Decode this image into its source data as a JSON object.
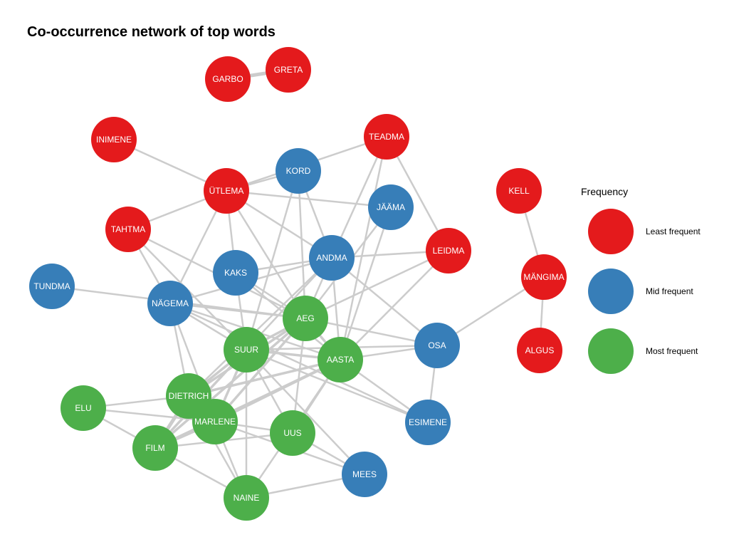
{
  "title": "Co-occurrence network of top words",
  "colors": {
    "least": "#e41a1c",
    "mid": "#377eb8",
    "most": "#4daf4a",
    "edge": "#cccccc"
  },
  "legend": {
    "title": "Frequency",
    "items": [
      {
        "key": "least",
        "label": "Least frequent"
      },
      {
        "key": "mid",
        "label": "Mid frequent"
      },
      {
        "key": "most",
        "label": "Most frequent"
      }
    ]
  },
  "nodes": [
    {
      "id": "GARBO",
      "group": "least"
    },
    {
      "id": "GRETA",
      "group": "least"
    },
    {
      "id": "INIMENE",
      "group": "least"
    },
    {
      "id": "TEADMA",
      "group": "least"
    },
    {
      "id": "ÜTLEMA",
      "group": "least"
    },
    {
      "id": "TAHTMA",
      "group": "least"
    },
    {
      "id": "LEIDMA",
      "group": "least"
    },
    {
      "id": "KELL",
      "group": "least"
    },
    {
      "id": "MÄNGIMA",
      "group": "least"
    },
    {
      "id": "ALGUS",
      "group": "least"
    },
    {
      "id": "KORD",
      "group": "mid"
    },
    {
      "id": "JÄÄMA",
      "group": "mid"
    },
    {
      "id": "ANDMA",
      "group": "mid"
    },
    {
      "id": "KAKS",
      "group": "mid"
    },
    {
      "id": "TUNDMA",
      "group": "mid"
    },
    {
      "id": "NÄGEMA",
      "group": "mid"
    },
    {
      "id": "OSA",
      "group": "mid"
    },
    {
      "id": "ESIMENE",
      "group": "mid"
    },
    {
      "id": "MEES",
      "group": "mid"
    },
    {
      "id": "AEG",
      "group": "most"
    },
    {
      "id": "SUUR",
      "group": "most"
    },
    {
      "id": "AASTA",
      "group": "most"
    },
    {
      "id": "DIETRICH",
      "group": "most"
    },
    {
      "id": "ELU",
      "group": "most"
    },
    {
      "id": "MARLENE",
      "group": "most"
    },
    {
      "id": "UUS",
      "group": "most"
    },
    {
      "id": "FILM",
      "group": "most"
    },
    {
      "id": "NAINE",
      "group": "most"
    }
  ],
  "edges": [
    [
      "GARBO",
      "GRETA",
      3
    ],
    [
      "INIMENE",
      "ÜTLEMA",
      1
    ],
    [
      "TEADMA",
      "ÜTLEMA",
      1
    ],
    [
      "TEADMA",
      "ANDMA",
      1
    ],
    [
      "TEADMA",
      "LEIDMA",
      1
    ],
    [
      "TEADMA",
      "AASTA",
      1
    ],
    [
      "ÜTLEMA",
      "KORD",
      1
    ],
    [
      "ÜTLEMA",
      "JÄÄMA",
      1
    ],
    [
      "ÜTLEMA",
      "TAHTMA",
      1
    ],
    [
      "ÜTLEMA",
      "KAKS",
      1
    ],
    [
      "ÜTLEMA",
      "NÄGEMA",
      1
    ],
    [
      "ÜTLEMA",
      "ANDMA",
      1
    ],
    [
      "ÜTLEMA",
      "AEG",
      1
    ],
    [
      "KORD",
      "ANDMA",
      1
    ],
    [
      "KORD",
      "SUUR",
      1
    ],
    [
      "KORD",
      "AEG",
      1
    ],
    [
      "JÄÄMA",
      "AEG",
      1
    ],
    [
      "JÄÄMA",
      "AASTA",
      1
    ],
    [
      "TAHTMA",
      "NÄGEMA",
      1
    ],
    [
      "TAHTMA",
      "AEG",
      1
    ],
    [
      "TAHTMA",
      "SUUR",
      1
    ],
    [
      "LEIDMA",
      "ANDMA",
      1
    ],
    [
      "LEIDMA",
      "AEG",
      1
    ],
    [
      "LEIDMA",
      "AASTA",
      1
    ],
    [
      "KAKS",
      "ANDMA",
      1
    ],
    [
      "KAKS",
      "AEG",
      1
    ],
    [
      "KAKS",
      "SUUR",
      1
    ],
    [
      "KAKS",
      "AASTA",
      1
    ],
    [
      "ANDMA",
      "NÄGEMA",
      1
    ],
    [
      "ANDMA",
      "AEG",
      1
    ],
    [
      "ANDMA",
      "SUUR",
      1
    ],
    [
      "ANDMA",
      "AASTA",
      1
    ],
    [
      "ANDMA",
      "OSA",
      1
    ],
    [
      "ANDMA",
      "DIETRICH",
      1
    ],
    [
      "TUNDMA",
      "AEG",
      1
    ],
    [
      "NÄGEMA",
      "AEG",
      1
    ],
    [
      "NÄGEMA",
      "SUUR",
      1
    ],
    [
      "NÄGEMA",
      "AASTA",
      1
    ],
    [
      "NÄGEMA",
      "DIETRICH",
      1
    ],
    [
      "NÄGEMA",
      "MARLENE",
      1
    ],
    [
      "NÄGEMA",
      "ESIMENE",
      1
    ],
    [
      "AEG",
      "SUUR",
      2
    ],
    [
      "AEG",
      "AASTA",
      2
    ],
    [
      "AEG",
      "DIETRICH",
      2
    ],
    [
      "AEG",
      "MARLENE",
      2
    ],
    [
      "AEG",
      "UUS",
      1
    ],
    [
      "AEG",
      "FILM",
      2
    ],
    [
      "AEG",
      "OSA",
      1
    ],
    [
      "SUUR",
      "AASTA",
      2
    ],
    [
      "SUUR",
      "DIETRICH",
      2
    ],
    [
      "SUUR",
      "MARLENE",
      2
    ],
    [
      "SUUR",
      "FILM",
      2
    ],
    [
      "SUUR",
      "UUS",
      1
    ],
    [
      "SUUR",
      "NAINE",
      1
    ],
    [
      "SUUR",
      "OSA",
      1
    ],
    [
      "SUUR",
      "ESIMENE",
      1
    ],
    [
      "SUUR",
      "MEES",
      1
    ],
    [
      "AASTA",
      "DIETRICH",
      2
    ],
    [
      "AASTA",
      "MARLENE",
      2
    ],
    [
      "AASTA",
      "FILM",
      2
    ],
    [
      "AASTA",
      "UUS",
      1
    ],
    [
      "AASTA",
      "NAINE",
      1
    ],
    [
      "AASTA",
      "OSA",
      1
    ],
    [
      "AASTA",
      "ESIMENE",
      1
    ],
    [
      "DIETRICH",
      "MARLENE",
      3
    ],
    [
      "DIETRICH",
      "FILM",
      3
    ],
    [
      "DIETRICH",
      "ELU",
      1
    ],
    [
      "DIETRICH",
      "NAINE",
      1
    ],
    [
      "MARLENE",
      "FILM",
      3
    ],
    [
      "MARLENE",
      "UUS",
      1
    ],
    [
      "MARLENE",
      "NAINE",
      1
    ],
    [
      "MARLENE",
      "ELU",
      1
    ],
    [
      "MARLENE",
      "MEES",
      1
    ],
    [
      "ELU",
      "FILM",
      1
    ],
    [
      "FILM",
      "UUS",
      1
    ],
    [
      "FILM",
      "NAINE",
      1
    ],
    [
      "NAINE",
      "MEES",
      1
    ],
    [
      "UUS",
      "MEES",
      1
    ],
    [
      "OSA",
      "ESIMENE",
      1
    ],
    [
      "OSA",
      "MÄNGIMA",
      1
    ],
    [
      "KELL",
      "MÄNGIMA",
      1
    ],
    [
      "MÄNGIMA",
      "ALGUS",
      1
    ]
  ]
}
